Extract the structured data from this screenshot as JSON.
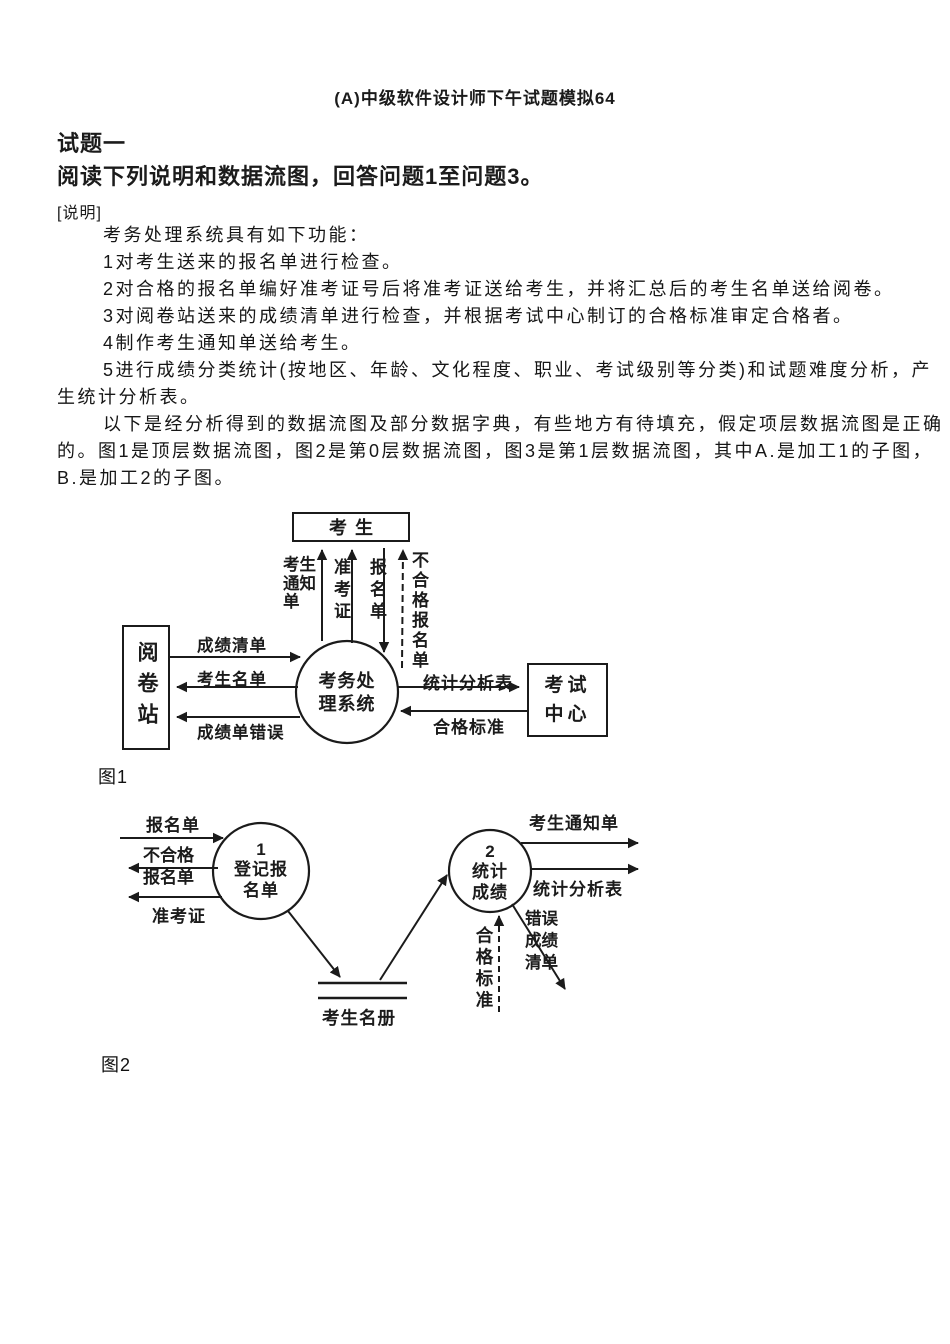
{
  "doc": {
    "title": "(A)中级软件设计师下午试题模拟64",
    "heading": "试题一",
    "subheading": "阅读下列说明和数据流图，回答问题1至问题3。",
    "note_label": "[说明]",
    "lines": [
      "考务处理系统具有如下功能：",
      "1对考生送来的报名单进行检查。",
      "2对合格的报名单编好准考证号后将准考证送给考生，并将汇总后的考生名单送给阅卷。",
      "3对阅卷站送来的成绩清单进行检查，并根据考试中心制订的合格标准审定合格者。",
      "4制作考生通知单送给考生。",
      "5进行成绩分类统计(按地区、年龄、文化程度、职业、考试级别等分类)和试题难度分析，产",
      "生统计分析表。",
      "以下是经分析得到的数据流图及部分数据字典，有些地方有待填充，假定项层数据流图是正确",
      "的。图1是顶层数据流图，图2是第0层数据流图，图3是第1层数据流图，其中A.是加工1的子图，",
      "B.是加工2的子图。"
    ]
  },
  "figure1": {
    "caption": "图1",
    "entity_examinee": "考生",
    "entity_marking_station": "阅卷站",
    "entity_exam_center": "考试中心",
    "process_name": "考务处理系统",
    "flow_score_list": "成绩清单",
    "flow_examinee_list": "考生名单",
    "flow_score_sheet_error": "成绩单错误",
    "flow_stat_table": "统计分析表",
    "flow_pass_standard": "合格标准",
    "flow_notice": "考生通知单",
    "flow_admission_ticket": "准考证",
    "flow_application_form": "报名单",
    "flow_rejected_form": "不合格报名单"
  },
  "figure2": {
    "caption": "图2",
    "process1_id": "1",
    "process1_name": "登记报名单",
    "process2_id": "2",
    "process2_name": "统计成绩",
    "store_name": "考生名册",
    "flow_application_form": "报名单",
    "flow_rejected_form": "不合格报名单",
    "flow_admission_ticket": "准考证",
    "flow_notice": "考生通知单",
    "flow_stat_table": "统计分析表",
    "flow_pass_standard": "合格标准",
    "flow_error_score_list": "错误成绩清单"
  },
  "colors": {
    "ink": "#1b1b1b",
    "paper": "#ffffff"
  }
}
